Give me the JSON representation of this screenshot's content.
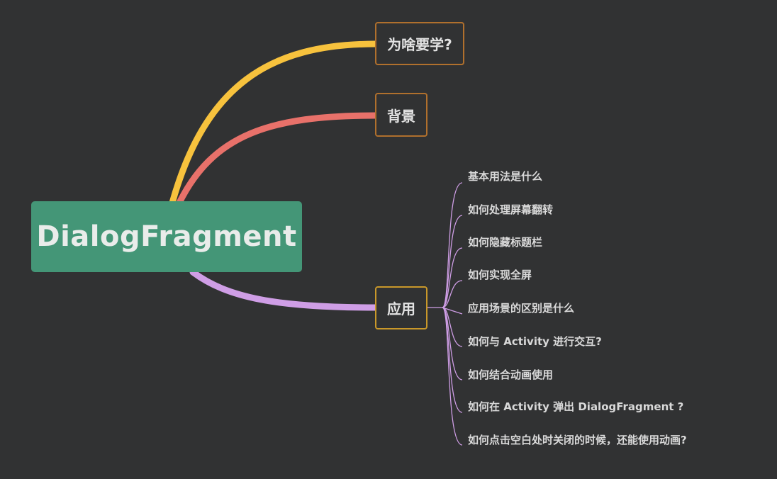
{
  "root": {
    "label": "DialogFragment"
  },
  "branches": [
    {
      "label": "为啥要学?",
      "color": "#f7c23d"
    },
    {
      "label": "背景",
      "color": "#e8716a"
    },
    {
      "label": "应用",
      "color": "#cf9ee6"
    }
  ],
  "application": {
    "items": [
      {
        "label": "基本用法是什么"
      },
      {
        "label": "如何处理屏幕翻转"
      },
      {
        "label": "如何隐藏标题栏"
      },
      {
        "label": "如何实现全屏"
      },
      {
        "label": "应用场景的区别是什么"
      },
      {
        "label": "如何与 Activity 进行交互?"
      },
      {
        "label": "如何结合动画使用"
      },
      {
        "label": "如何在 Activity 弹出 DialogFragment ?"
      },
      {
        "label": "如何点击空白处时关闭的时候，还能使用动画?"
      }
    ]
  },
  "colors": {
    "background": "#313233",
    "root_fill": "#449677",
    "node_border": "#b0702d",
    "leaf_connector": "#cf9ee6"
  }
}
